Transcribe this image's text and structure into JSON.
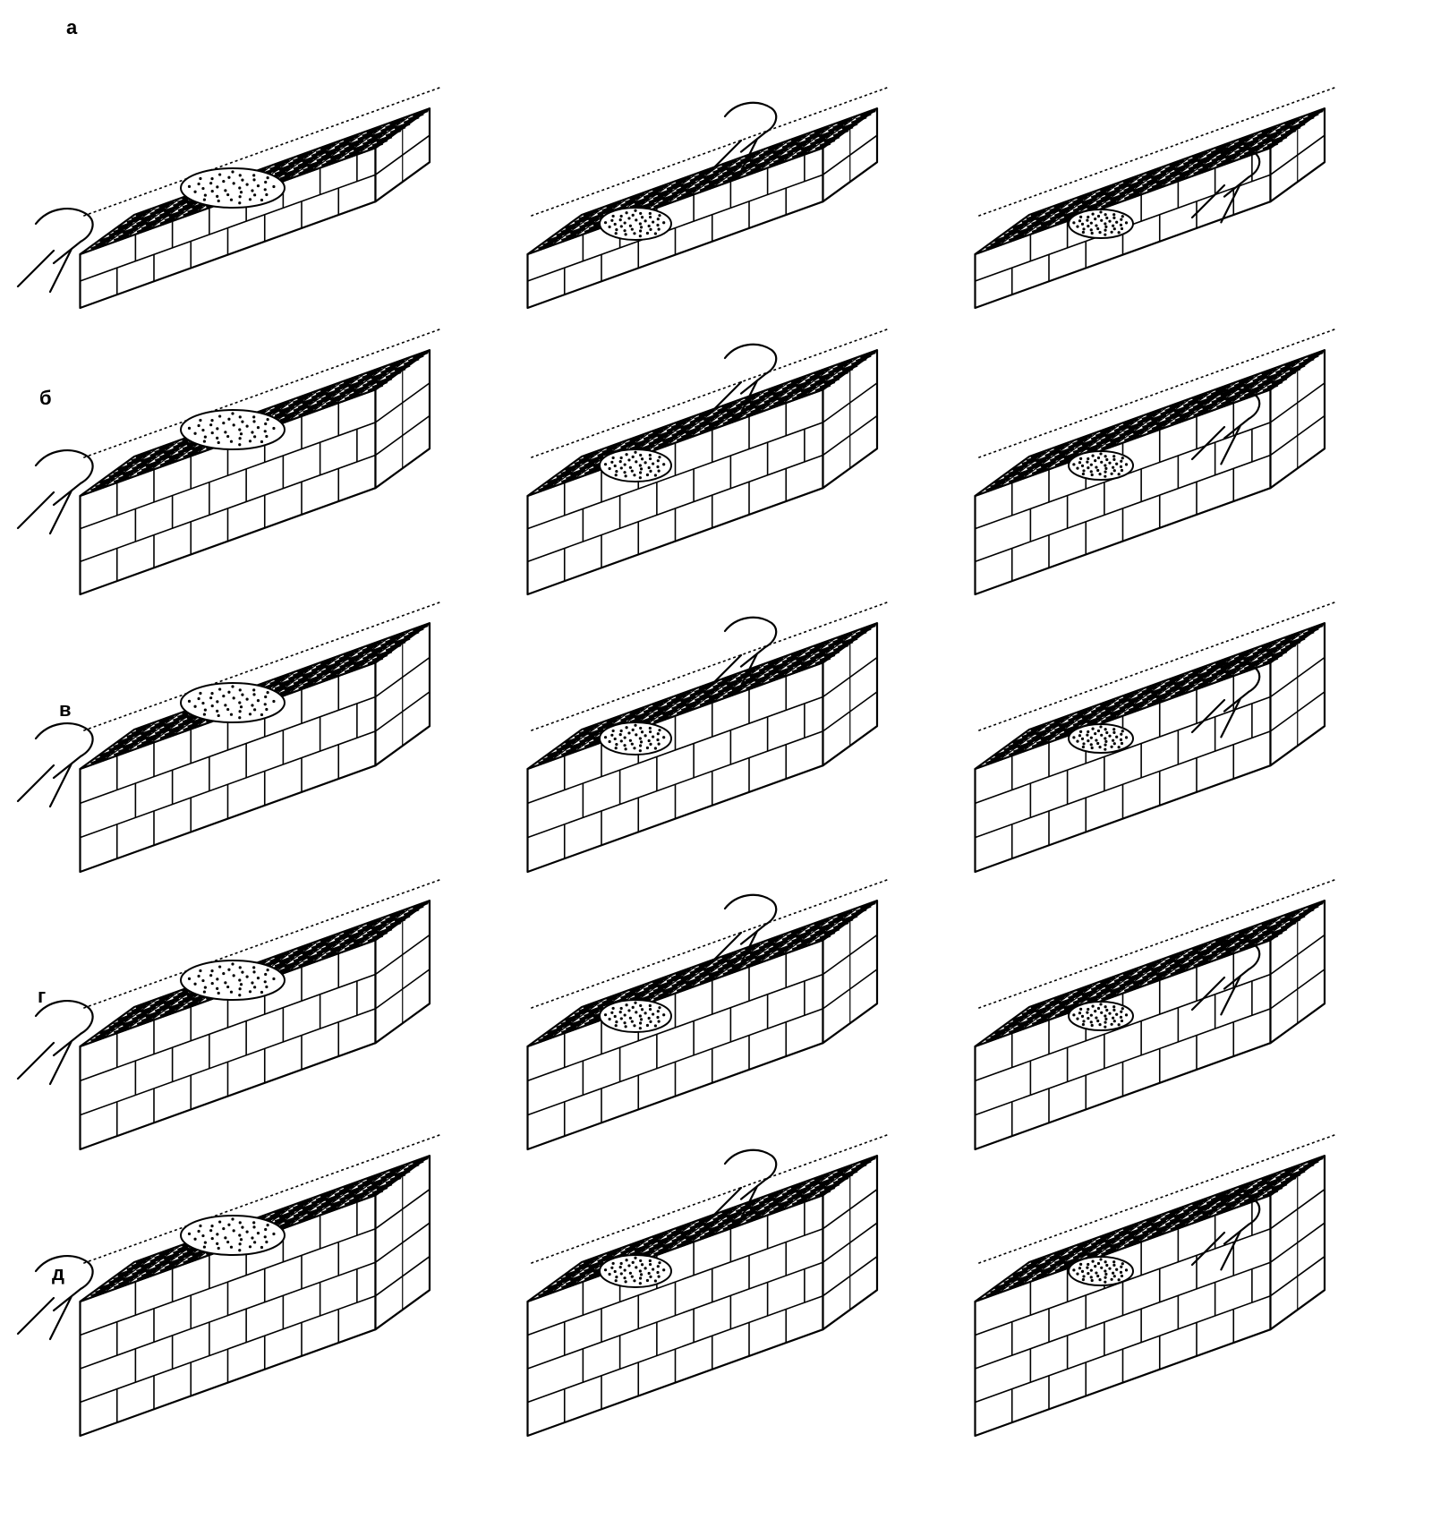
{
  "labels": {
    "a": "а",
    "b": "б",
    "v": "в",
    "g": "г",
    "d": "д"
  },
  "colors": {
    "ink": "#000000",
    "paper": "#ffffff"
  }
}
